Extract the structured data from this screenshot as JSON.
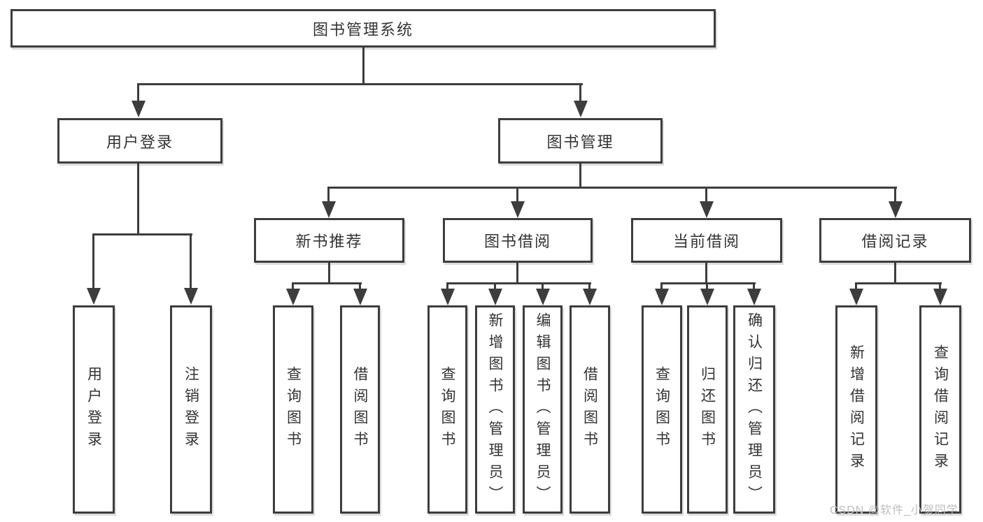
{
  "tree": {
    "root": "图书管理系统",
    "branches": [
      {
        "label": "用户登录",
        "children": [
          "用户登录",
          "注销登录"
        ]
      },
      {
        "label": "图书管理",
        "sections": [
          {
            "label": "新书推荐",
            "children": [
              "查询图书",
              "借阅图书"
            ]
          },
          {
            "label": "图书借阅",
            "children": [
              "查询图书",
              "新增图书（管理员）",
              "编辑图书（管理员）",
              "借阅图书"
            ]
          },
          {
            "label": "当前借阅",
            "children": [
              "查询图书",
              "归还图书",
              "确认归还（管理员）"
            ]
          },
          {
            "label": "借阅记录",
            "children": [
              "新增借阅记录",
              "查询借阅记录"
            ]
          }
        ]
      }
    ]
  },
  "watermark": "CSDN @软件_小贺同学",
  "colors": {
    "line": "#3d3d3d",
    "text": "#333333",
    "watermark": "#bdbdbd",
    "background": "#ffffff"
  }
}
